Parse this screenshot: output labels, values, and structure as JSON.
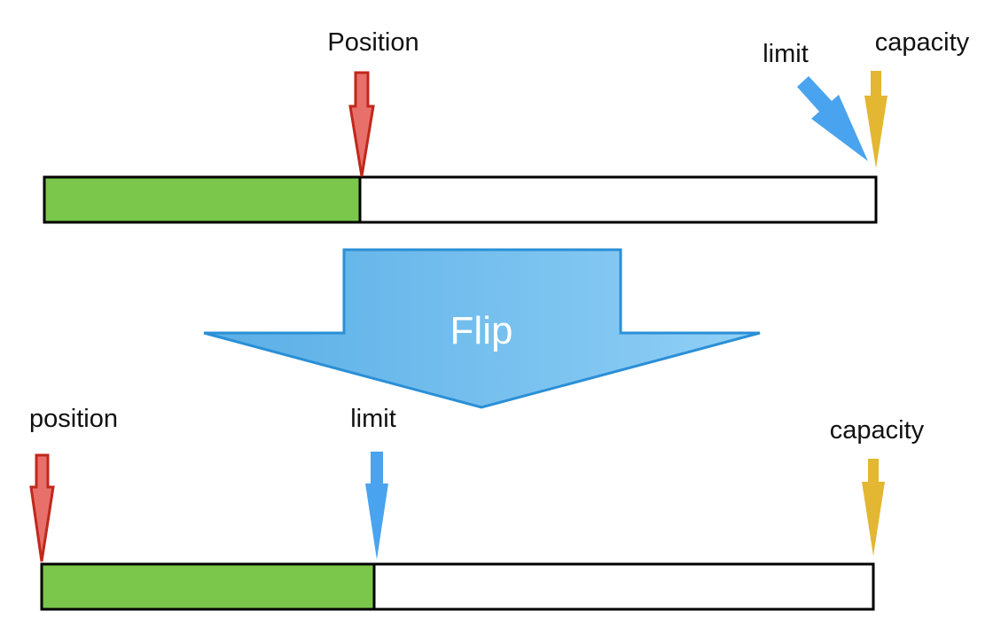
{
  "top": {
    "position_label": "Position",
    "limit_label": "limit",
    "capacity_label": "capacity",
    "filled_fraction": 0.38
  },
  "flip_label": "Flip",
  "bottom": {
    "position_label": "position",
    "limit_label": "limit",
    "capacity_label": "capacity",
    "filled_fraction": 0.4
  },
  "colors": {
    "filled": "#7ac74b",
    "position_arrow": "#e8706b",
    "position_arrow_stroke": "#c0281c",
    "limit_arrow": "#4aa3ee",
    "capacity_arrow": "#e3b731",
    "flip_arrow_light": "#90d0f6",
    "flip_arrow_dark": "#5aaee6",
    "flip_arrow_stroke": "#2a8fd6"
  }
}
